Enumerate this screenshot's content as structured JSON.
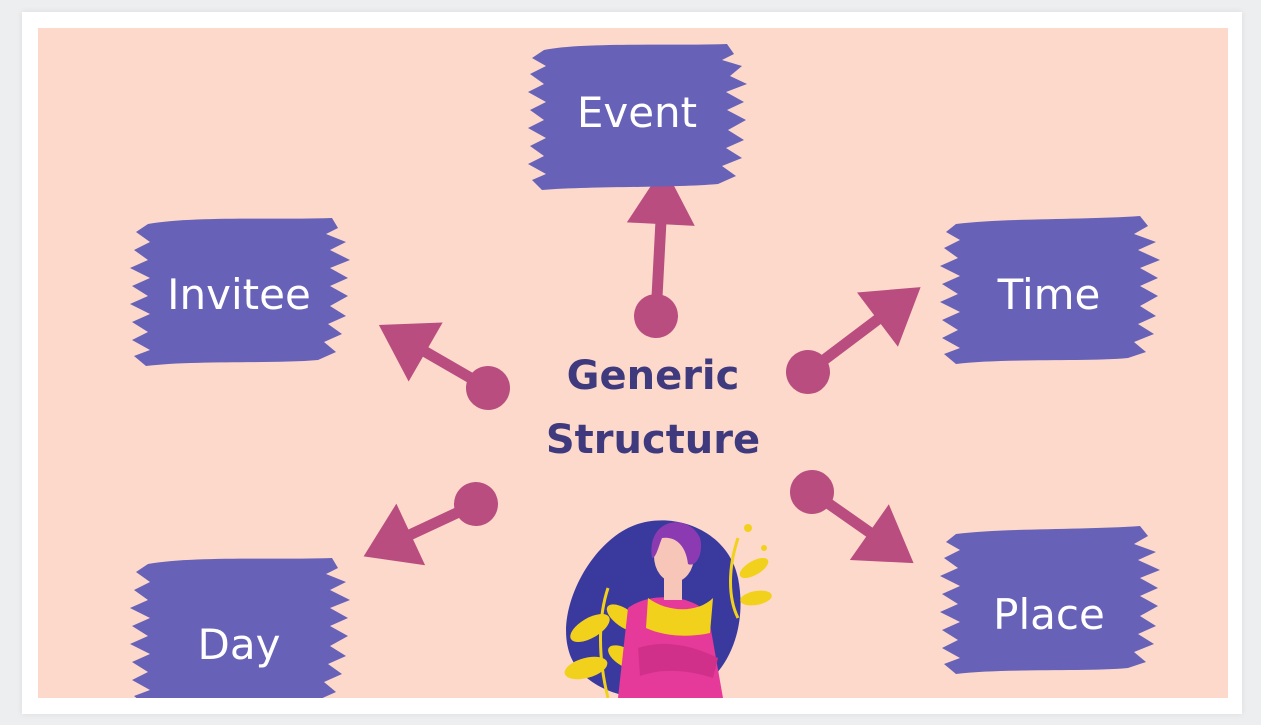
{
  "diagram": {
    "center": {
      "line1": "Generic",
      "line2": "Structure"
    },
    "nodes": {
      "event": "Event",
      "invitee": "Invitee",
      "time": "Time",
      "day": "Day",
      "place": "Place"
    }
  },
  "colors": {
    "background": "#fcd9cb",
    "node_fill": "#6761b8",
    "arrow": "#b94d7f",
    "title": "#3f3a7e"
  }
}
